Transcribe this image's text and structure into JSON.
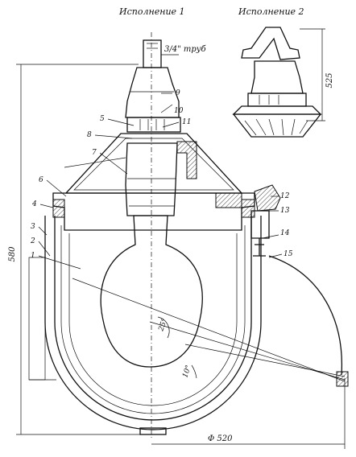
{
  "captions": {
    "variant1": "Исполнение 1",
    "variant2": "Исполнение 2"
  },
  "pipe_label": "3/4\" труб",
  "dimensions": {
    "height_total": "580",
    "height_variant2": "525",
    "diameter": "Φ 520",
    "angle_a": "25°",
    "angle_b": "10°"
  },
  "callouts": [
    "1",
    "2",
    "3",
    "4",
    "5",
    "6",
    "7",
    "8",
    "9",
    "10",
    "11",
    "12",
    "13",
    "14",
    "15"
  ]
}
